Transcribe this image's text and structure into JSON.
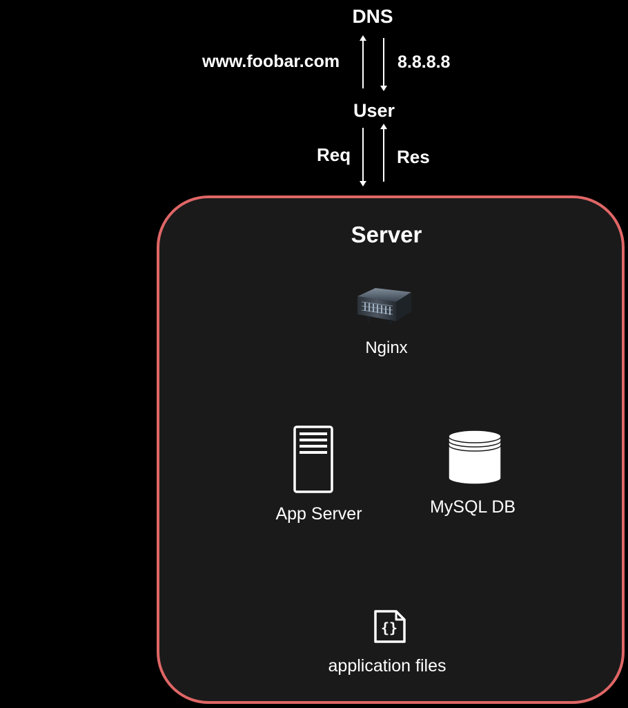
{
  "dns": {
    "label": "DNS"
  },
  "user": {
    "label": "User"
  },
  "dns_query": {
    "label": "www.foobar.com"
  },
  "dns_response": {
    "label": "8.8.8.8"
  },
  "request": {
    "label": "Req"
  },
  "response": {
    "label": "Res"
  },
  "server": {
    "title": "Server",
    "border_color": "#e06666",
    "background_color": "#1a1a1a",
    "components": {
      "nginx": {
        "label": "Nginx",
        "icon": "rack-server-icon"
      },
      "app_server": {
        "label": "App Server",
        "icon": "server-tower-icon"
      },
      "mysql": {
        "label": "MySQL DB",
        "icon": "database-icon"
      },
      "files": {
        "label": "application files",
        "icon": "code-file-icon"
      }
    }
  },
  "colors": {
    "background": "#000000",
    "text": "#ffffff",
    "arrows": "#ffffff"
  }
}
